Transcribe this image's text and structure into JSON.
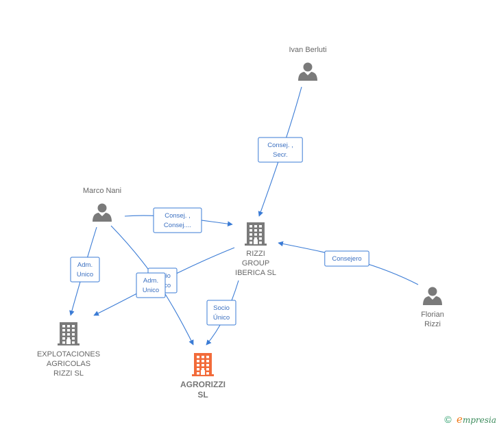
{
  "nodes": {
    "ivan": {
      "type": "person",
      "lines": [
        "Ivan Berluti"
      ]
    },
    "marco": {
      "type": "person",
      "lines": [
        "Marco Nani"
      ]
    },
    "florian": {
      "type": "person",
      "lines": [
        "Florian",
        "Rizzi"
      ]
    },
    "rizzi_group": {
      "type": "company",
      "lines": [
        "RIZZI",
        "GROUP",
        "IBERICA  SL"
      ]
    },
    "explotaciones": {
      "type": "company",
      "lines": [
        "EXPLOTACIONES",
        "AGRICOLAS",
        "RIZZI  SL"
      ]
    },
    "agrorizzi": {
      "type": "company",
      "highlight": true,
      "lines": [
        "AGRORIZZI",
        "SL"
      ]
    }
  },
  "edges": [
    {
      "from": "ivan",
      "to": "rizzi_group",
      "label": [
        "Consej. ,",
        "Secr."
      ]
    },
    {
      "from": "marco",
      "to": "rizzi_group",
      "label": [
        "Consej. ,",
        "Consej...."
      ]
    },
    {
      "from": "florian",
      "to": "rizzi_group",
      "label": [
        "Consejero"
      ]
    },
    {
      "from": "marco",
      "to": "explotaciones",
      "label": [
        "Adm.",
        "Unico"
      ]
    },
    {
      "from": "rizzi_group",
      "to": "explotaciones",
      "label": [
        "Socio",
        "Único"
      ]
    },
    {
      "from": "marco",
      "to": "agrorizzi",
      "label": [
        "Adm.",
        "Unico"
      ]
    },
    {
      "from": "rizzi_group",
      "to": "agrorizzi",
      "label": [
        "Socio",
        "Único"
      ]
    }
  ],
  "colors": {
    "edge": "#3a7bd5",
    "node_icon": "#7a7a7a",
    "highlight_icon": "#f26b3a",
    "label_text": "#666666"
  },
  "footer": {
    "copyright": "©",
    "brand_initial": "e",
    "brand_rest": "mpresia"
  }
}
